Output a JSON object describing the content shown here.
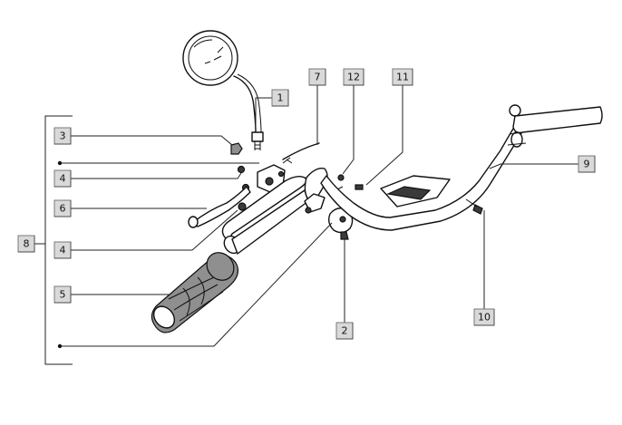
{
  "callouts": {
    "c1": "1",
    "c2": "2",
    "c3": "3",
    "c4a": "4",
    "c4b": "4",
    "c5": "5",
    "c6": "6",
    "c7": "7",
    "c8": "8",
    "c9": "9",
    "c10": "10",
    "c11": "11",
    "c12": "12"
  },
  "colors": {
    "callout_fill": "#d9d9d9",
    "line": "#222222",
    "background": "#ffffff"
  }
}
